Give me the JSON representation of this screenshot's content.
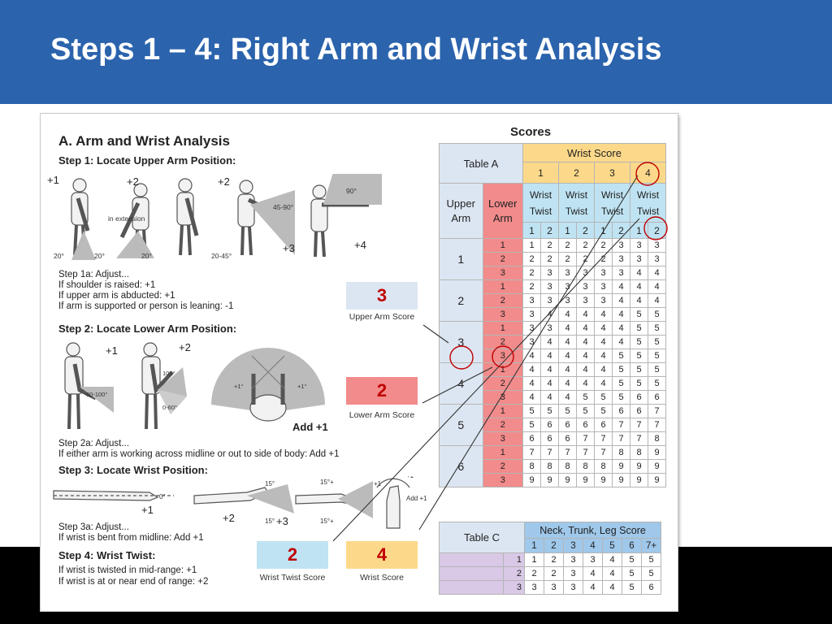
{
  "slide": {
    "title": "Steps 1 – 4: Right Arm and Wrist Analysis",
    "colors": {
      "header": "#2b63ad",
      "footer": "#000000",
      "upper_arm": "#dce6f2",
      "lower_arm": "#f28b8b",
      "wrist_score": "#fcd98a",
      "wrist_twist": "#bfe3f2",
      "neck_trunk_leg": "#9fc8ea",
      "table_c_rows": "#d9c8e6",
      "annotation": "#c00000"
    }
  },
  "worksheet": {
    "section_title": "A. Arm and Wrist Analysis",
    "step1": {
      "title": "Step 1: Locate Upper Arm Position:",
      "figure_labels": [
        "+1",
        "+2",
        "+2",
        "+3",
        "+4",
        "in extension",
        "45-90°",
        "90°",
        "20°",
        "20°",
        "20°",
        "20-45°"
      ],
      "adjust_title": "Step 1a: Adjust...",
      "adjust_lines": [
        "If shoulder is raised: +1",
        "If upper arm is abducted: +1",
        "If arm is supported or person is leaning: -1"
      ]
    },
    "step2": {
      "title": "Step 2: Locate Lower Arm Position:",
      "figure_labels": [
        "+1",
        "+2",
        "60-100°",
        "100°",
        "0-60°",
        "+1°",
        "+1°",
        "Add +1"
      ],
      "adjust_title": "Step 2a: Adjust...",
      "adjust_lines": [
        "If either arm is working across midline or out to side of body: Add +1"
      ]
    },
    "step3": {
      "title": "Step 3: Locate Wrist Position:",
      "figure_labels": [
        "+1",
        "0°",
        "+2",
        "15°",
        "15°",
        "+3",
        "15°+",
        "15°+",
        "+1",
        "+1",
        "Add +1"
      ],
      "adjust_title": "Step 3a: Adjust...",
      "adjust_lines": [
        "If wrist is bent from midline: Add +1"
      ]
    },
    "step4": {
      "title": "Step 4: Wrist Twist:",
      "lines": [
        "If wrist is twisted in mid-range: +1",
        "If wrist is at or near end of range: +2"
      ]
    },
    "scores": [
      {
        "value": "3",
        "label": "Upper Arm Score",
        "color": "#dce6f2"
      },
      {
        "value": "2",
        "label": "Lower Arm Score",
        "color": "#f28b8b"
      },
      {
        "value": "2",
        "label": "Wrist Twist Score",
        "color": "#bfe3f2"
      },
      {
        "value": "4",
        "label": "Wrist Score",
        "color": "#fcd98a"
      }
    ]
  },
  "table_a": {
    "scores_title": "Scores",
    "table_label": "Table A",
    "wrist_score_header": "Wrist Score",
    "wrist_score_cols": [
      "1",
      "2",
      "3",
      "4"
    ],
    "wrist_twist_label": "Wrist Twist",
    "twist_cols": [
      "1",
      "2",
      "1",
      "2",
      "1",
      "2",
      "1",
      "2"
    ],
    "upper_arm_label": "Upper Arm",
    "lower_arm_label": "Lower Arm",
    "upper_arm_values": [
      "1",
      "2",
      "3",
      "4",
      "5",
      "6"
    ],
    "lower_arm_values": [
      "1",
      "2",
      "3"
    ],
    "rows": [
      [
        "1",
        "2",
        "2",
        "2",
        "2",
        "3",
        "3",
        "3"
      ],
      [
        "2",
        "2",
        "2",
        "2",
        "2",
        "3",
        "3",
        "3"
      ],
      [
        "2",
        "3",
        "3",
        "3",
        "3",
        "3",
        "4",
        "4"
      ],
      [
        "2",
        "3",
        "3",
        "3",
        "3",
        "4",
        "4",
        "4"
      ],
      [
        "3",
        "3",
        "3",
        "3",
        "3",
        "4",
        "4",
        "4"
      ],
      [
        "3",
        "4",
        "4",
        "4",
        "4",
        "4",
        "5",
        "5"
      ],
      [
        "3",
        "3",
        "4",
        "4",
        "4",
        "4",
        "5",
        "5"
      ],
      [
        "3",
        "4",
        "4",
        "4",
        "4",
        "4",
        "5",
        "5"
      ],
      [
        "4",
        "4",
        "4",
        "4",
        "4",
        "5",
        "5",
        "5"
      ],
      [
        "4",
        "4",
        "4",
        "4",
        "4",
        "5",
        "5",
        "5"
      ],
      [
        "4",
        "4",
        "4",
        "4",
        "4",
        "5",
        "5",
        "5"
      ],
      [
        "4",
        "4",
        "4",
        "5",
        "5",
        "5",
        "6",
        "6"
      ],
      [
        "5",
        "5",
        "5",
        "5",
        "5",
        "6",
        "6",
        "7"
      ],
      [
        "5",
        "6",
        "6",
        "6",
        "6",
        "7",
        "7",
        "7"
      ],
      [
        "6",
        "6",
        "6",
        "7",
        "7",
        "7",
        "7",
        "8"
      ],
      [
        "7",
        "7",
        "7",
        "7",
        "7",
        "8",
        "8",
        "9"
      ],
      [
        "8",
        "8",
        "8",
        "8",
        "8",
        "9",
        "9",
        "9"
      ],
      [
        "9",
        "9",
        "9",
        "9",
        "9",
        "9",
        "9",
        "9"
      ]
    ]
  },
  "table_c": {
    "label": "Table C",
    "header": "Neck, Trunk, Leg Score",
    "cols": [
      "1",
      "2",
      "3",
      "4",
      "5",
      "6",
      "7+"
    ],
    "row_labels": [
      "1",
      "2",
      "3"
    ],
    "rows": [
      [
        "1",
        "2",
        "3",
        "3",
        "4",
        "5",
        "5"
      ],
      [
        "2",
        "2",
        "3",
        "4",
        "4",
        "5",
        "5"
      ],
      [
        "3",
        "3",
        "3",
        "4",
        "4",
        "5",
        "6"
      ]
    ]
  }
}
